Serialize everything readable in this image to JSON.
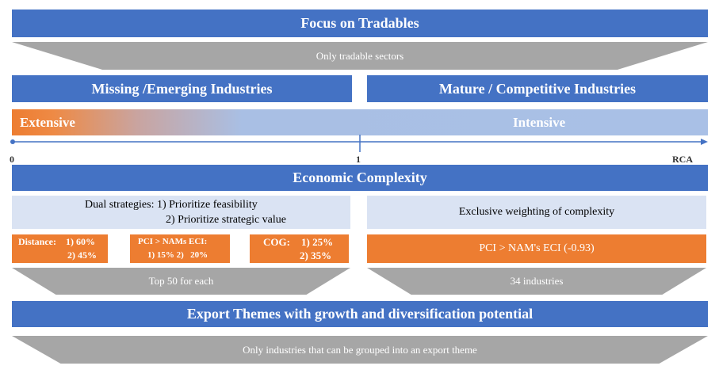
{
  "focus": {
    "title": "Focus on Tradables",
    "funnel": "Only tradable sectors"
  },
  "missing": {
    "title": "Missing /Emerging Industries"
  },
  "mature": {
    "title": "Mature / Competitive Industries"
  },
  "gradient": {
    "left": "Extensive",
    "right": "Intensive"
  },
  "axis": {
    "zero": "0",
    "one": "1",
    "end": "RCA"
  },
  "complexity": {
    "title": "Economic Complexity"
  },
  "dual": {
    "line1": "Dual strategies: 1) Prioritize feasibility",
    "line2": "2) Prioritize strategic value"
  },
  "exclusive": {
    "text": "Exclusive weighting of complexity"
  },
  "distance": {
    "label": "Distance:",
    "v1": "1) 60%",
    "v2": "2) 45%"
  },
  "pci": {
    "label": "PCI > NAMs ECI:",
    "v": "1) 15% 2)   20%"
  },
  "cog": {
    "label": "COG:",
    "v1": "1) 25%",
    "v2": "2) 35%"
  },
  "pci_nam": {
    "text": "PCI > NAM's ECI (-0.93)"
  },
  "top50": {
    "text": "Top 50 for each"
  },
  "ind34": {
    "text": "34 industries"
  },
  "export": {
    "title": "Export Themes with growth and diversification potential",
    "funnel": "Only industries that can be grouped into an export theme"
  },
  "colors": {
    "blue": "#4472c4",
    "light": "#dae3f3",
    "orange": "#ed7d31",
    "grey": "#a6a6a6"
  }
}
